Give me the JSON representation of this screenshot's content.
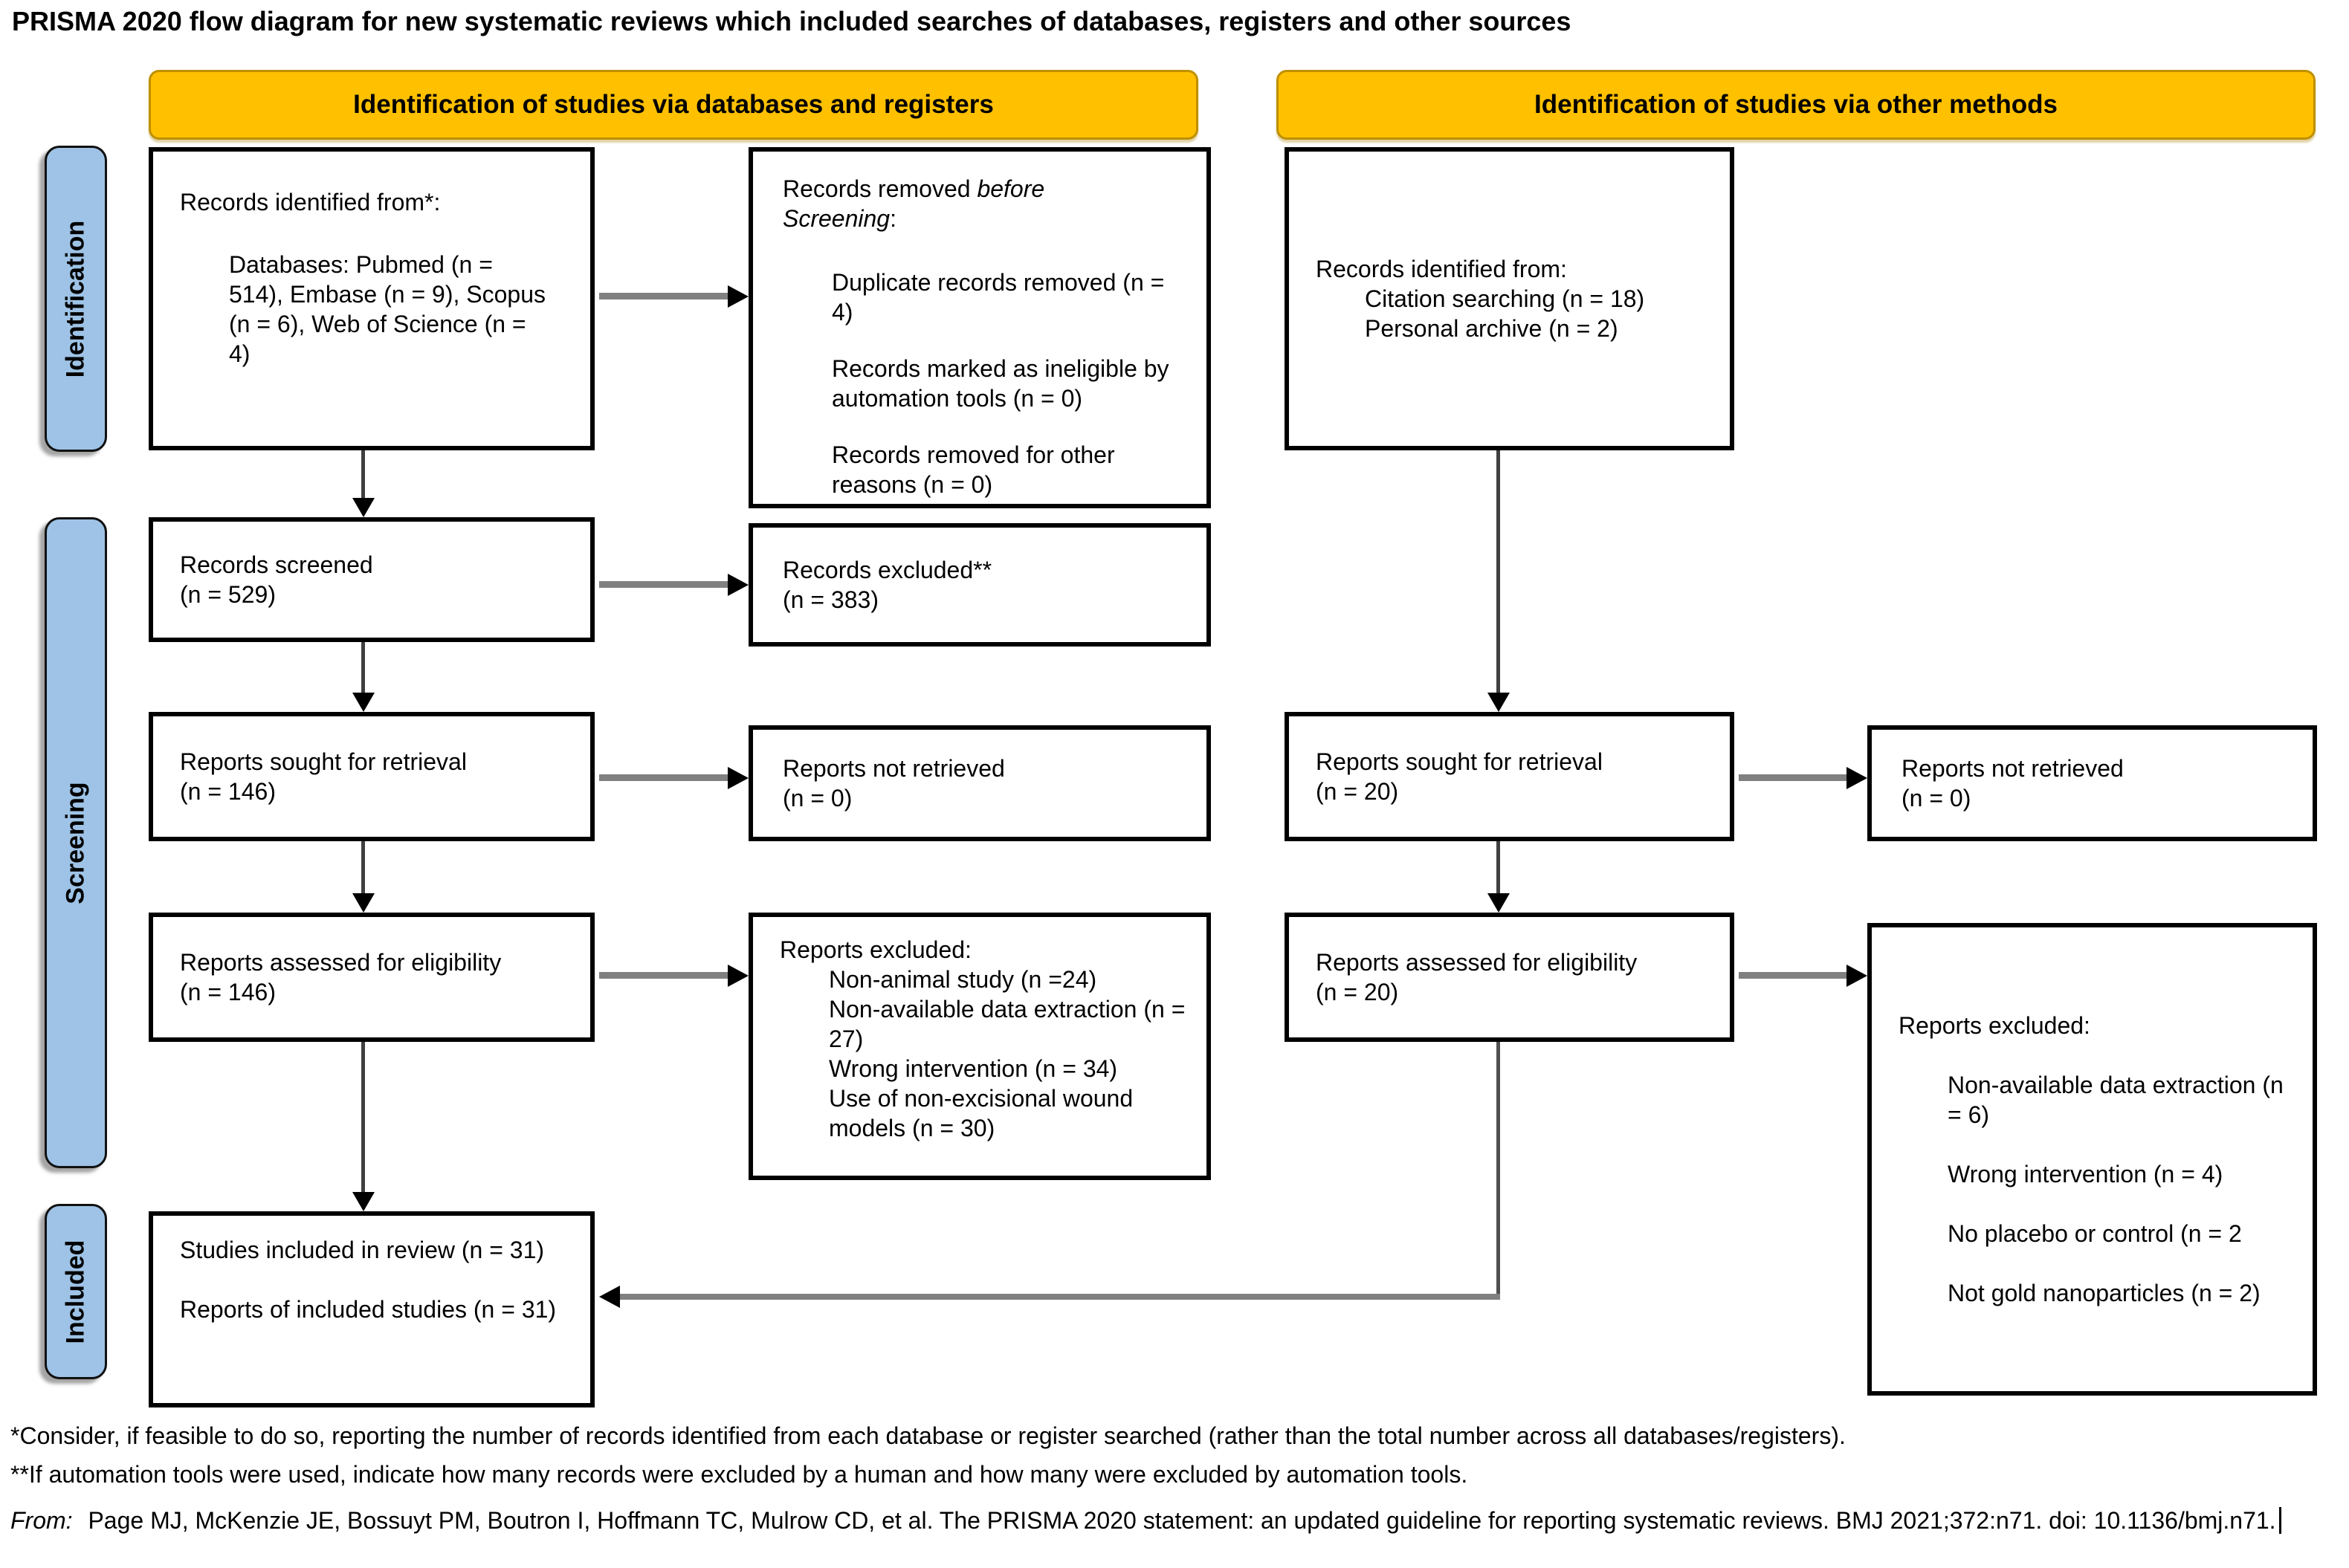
{
  "title": "PRISMA 2020 flow diagram for new systematic reviews which included searches of databases, registers and other sources",
  "banners": {
    "databases": "Identification of studies via databases and registers",
    "other": "Identification of studies via other methods"
  },
  "stages": {
    "identification": "Identification",
    "screening": "Screening",
    "included": "Included"
  },
  "colors": {
    "banner_fill": "#FFC000",
    "banner_border": "#BF9000",
    "stage_fill": "#9EC3E6",
    "arrow_shaft": "#808080",
    "arrow_head": "#000000"
  },
  "boxes": {
    "records_identified_db": {
      "title": "Records identified from*:",
      "body": "Databases: Pubmed (n = 514), Embase (n = 9), Scopus (n = 6), Web of Science (n = 4)"
    },
    "records_removed": {
      "title_parts": [
        "Records removed ",
        "before",
        "Screening",
        ":"
      ],
      "items": [
        "Duplicate records removed (n = 4)",
        "Records marked as ineligible by automation tools (n = 0)",
        "Records removed for other reasons (n = 0)"
      ]
    },
    "records_identified_other": {
      "title": "Records identified from:",
      "items": [
        "Citation searching (n = 18)",
        "Personal archive (n = 2)"
      ]
    },
    "records_screened": {
      "lines": [
        "Records screened",
        "(n = 529)"
      ]
    },
    "records_excluded": {
      "lines": [
        "Records excluded**",
        "(n = 383)"
      ]
    },
    "reports_sought_db": {
      "lines": [
        "Reports sought for retrieval",
        "(n = 146)"
      ]
    },
    "reports_not_retrieved_db": {
      "lines": [
        "Reports not retrieved",
        "(n = 0)"
      ]
    },
    "reports_assessed_db": {
      "lines": [
        "Reports assessed for eligibility",
        "(n = 146)"
      ]
    },
    "reports_excluded_db": {
      "title": "Reports excluded:",
      "items": [
        "Non-animal study (n =24)",
        "Non-available data extraction (n = 27)",
        "Wrong intervention (n = 34)",
        "Use of non-excisional wound models (n = 30)"
      ]
    },
    "reports_sought_other": {
      "lines": [
        "Reports sought for retrieval",
        "(n = 20)"
      ]
    },
    "reports_not_retrieved_other": {
      "lines": [
        "Reports not retrieved",
        "(n = 0)"
      ]
    },
    "reports_assessed_other": {
      "lines": [
        "Reports assessed for eligibility",
        "(n = 20)"
      ]
    },
    "reports_excluded_other": {
      "title": "Reports excluded:",
      "items": [
        "Non-available data extraction (n = 6)",
        "Wrong intervention (n = 4)",
        "No placebo or control (n = 2",
        "Not gold nanoparticles (n = 2)"
      ]
    },
    "studies_included": {
      "lines": [
        "Studies included in review (n = 31)",
        "Reports of included studies (n = 31)"
      ]
    }
  },
  "footnotes": [
    "*Consider, if feasible to do so, reporting the number of records identified from each database or register searched (rather than the total number across all databases/registers).",
    "**If automation tools were used, indicate how many records were excluded by a human and how many were excluded by automation tools."
  ],
  "citation": {
    "from_label": "From:",
    "text": " Page MJ, McKenzie JE, Bossuyt PM, Boutron I, Hoffmann TC, Mulrow CD, et al. The PRISMA 2020 statement: an updated guideline for reporting systematic reviews. BMJ 2021;372:n71. doi: 10.1136/bmj.n71."
  }
}
